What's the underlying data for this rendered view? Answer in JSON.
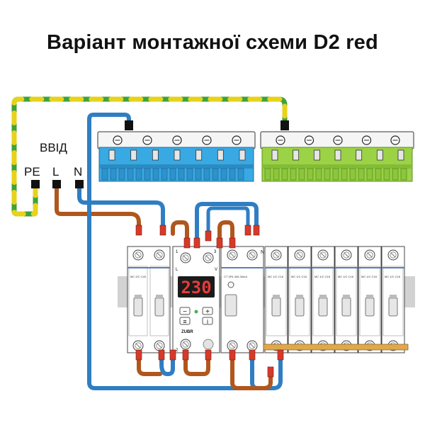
{
  "title": "Варіант монтажної схеми D2 red",
  "input": {
    "label": "ВВІД",
    "terminals": [
      "PE",
      "L",
      "N"
    ]
  },
  "relay": {
    "display": "230",
    "brand": "ZUBR",
    "terminal_top_left": "1",
    "terminal_top_right": "3",
    "terminal_bottom_left": "2",
    "mark_l": "L",
    "mark_v": "V",
    "mark_n": "N"
  },
  "breakers": {
    "main": "MC 2/C C40",
    "rcd": "CT 3P4 40A 30mA",
    "group": [
      "MC 1/C C16",
      "MC 1/C C16",
      "MC 1/C C16",
      "MC 1/C C16",
      "MC 1/C C16",
      "MC 1/C C16"
    ]
  },
  "colors": {
    "pe_yellow": "#e8d21a",
    "pe_green": "#3ca23a",
    "phase_brown": "#b0571e",
    "neutral_blue": "#2f7ec3",
    "bus_blue": "#39a9e3",
    "bus_green": "#9bd246",
    "display_red": "#e63b3b"
  }
}
